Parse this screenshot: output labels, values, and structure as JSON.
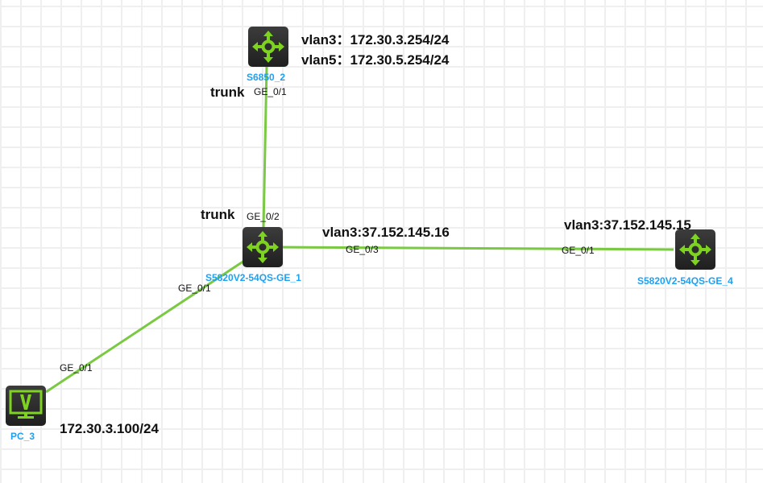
{
  "colors": {
    "link": "#7ac943",
    "device_label": "#1ea1f2",
    "icon_green": "#7ed321"
  },
  "devices": [
    {
      "id": "s6850_2",
      "name": "S6850_2",
      "type": "switch",
      "icon": "l3-switch-icon"
    },
    {
      "id": "ge_1",
      "name": "S5820V2-54QS-GE_1",
      "type": "switch",
      "icon": "l3-switch-icon"
    },
    {
      "id": "ge_4",
      "name": "S5820V2-54QS-GE_4",
      "type": "switch",
      "icon": "l3-switch-icon"
    },
    {
      "id": "pc_3",
      "name": "PC_3",
      "type": "pc",
      "icon": "pc-monitor-icon"
    }
  ],
  "links": [
    {
      "from": "s6850_2",
      "from_port": "GE_0/1",
      "to": "ge_1",
      "to_port": "GE_0/2"
    },
    {
      "from": "ge_1",
      "from_port": "GE_0/3",
      "to": "ge_4",
      "to_port": "GE_0/1"
    },
    {
      "from": "ge_1",
      "from_port": "GE_0/1",
      "to": "pc_3",
      "to_port": "GE_0/1"
    }
  ],
  "annotations": {
    "s6850_vlan3": "vlan3：172.30.3.254/24",
    "s6850_vlan5": "vlan5：172.30.5.254/24",
    "s6850_trunk": "trunk",
    "ge1_trunk": "trunk",
    "ge1_vlan3": "vlan3:37.152.145.16",
    "ge4_vlan3": "vlan3:37.152.145.15",
    "pc3_ip": "172.30.3.100/24"
  }
}
